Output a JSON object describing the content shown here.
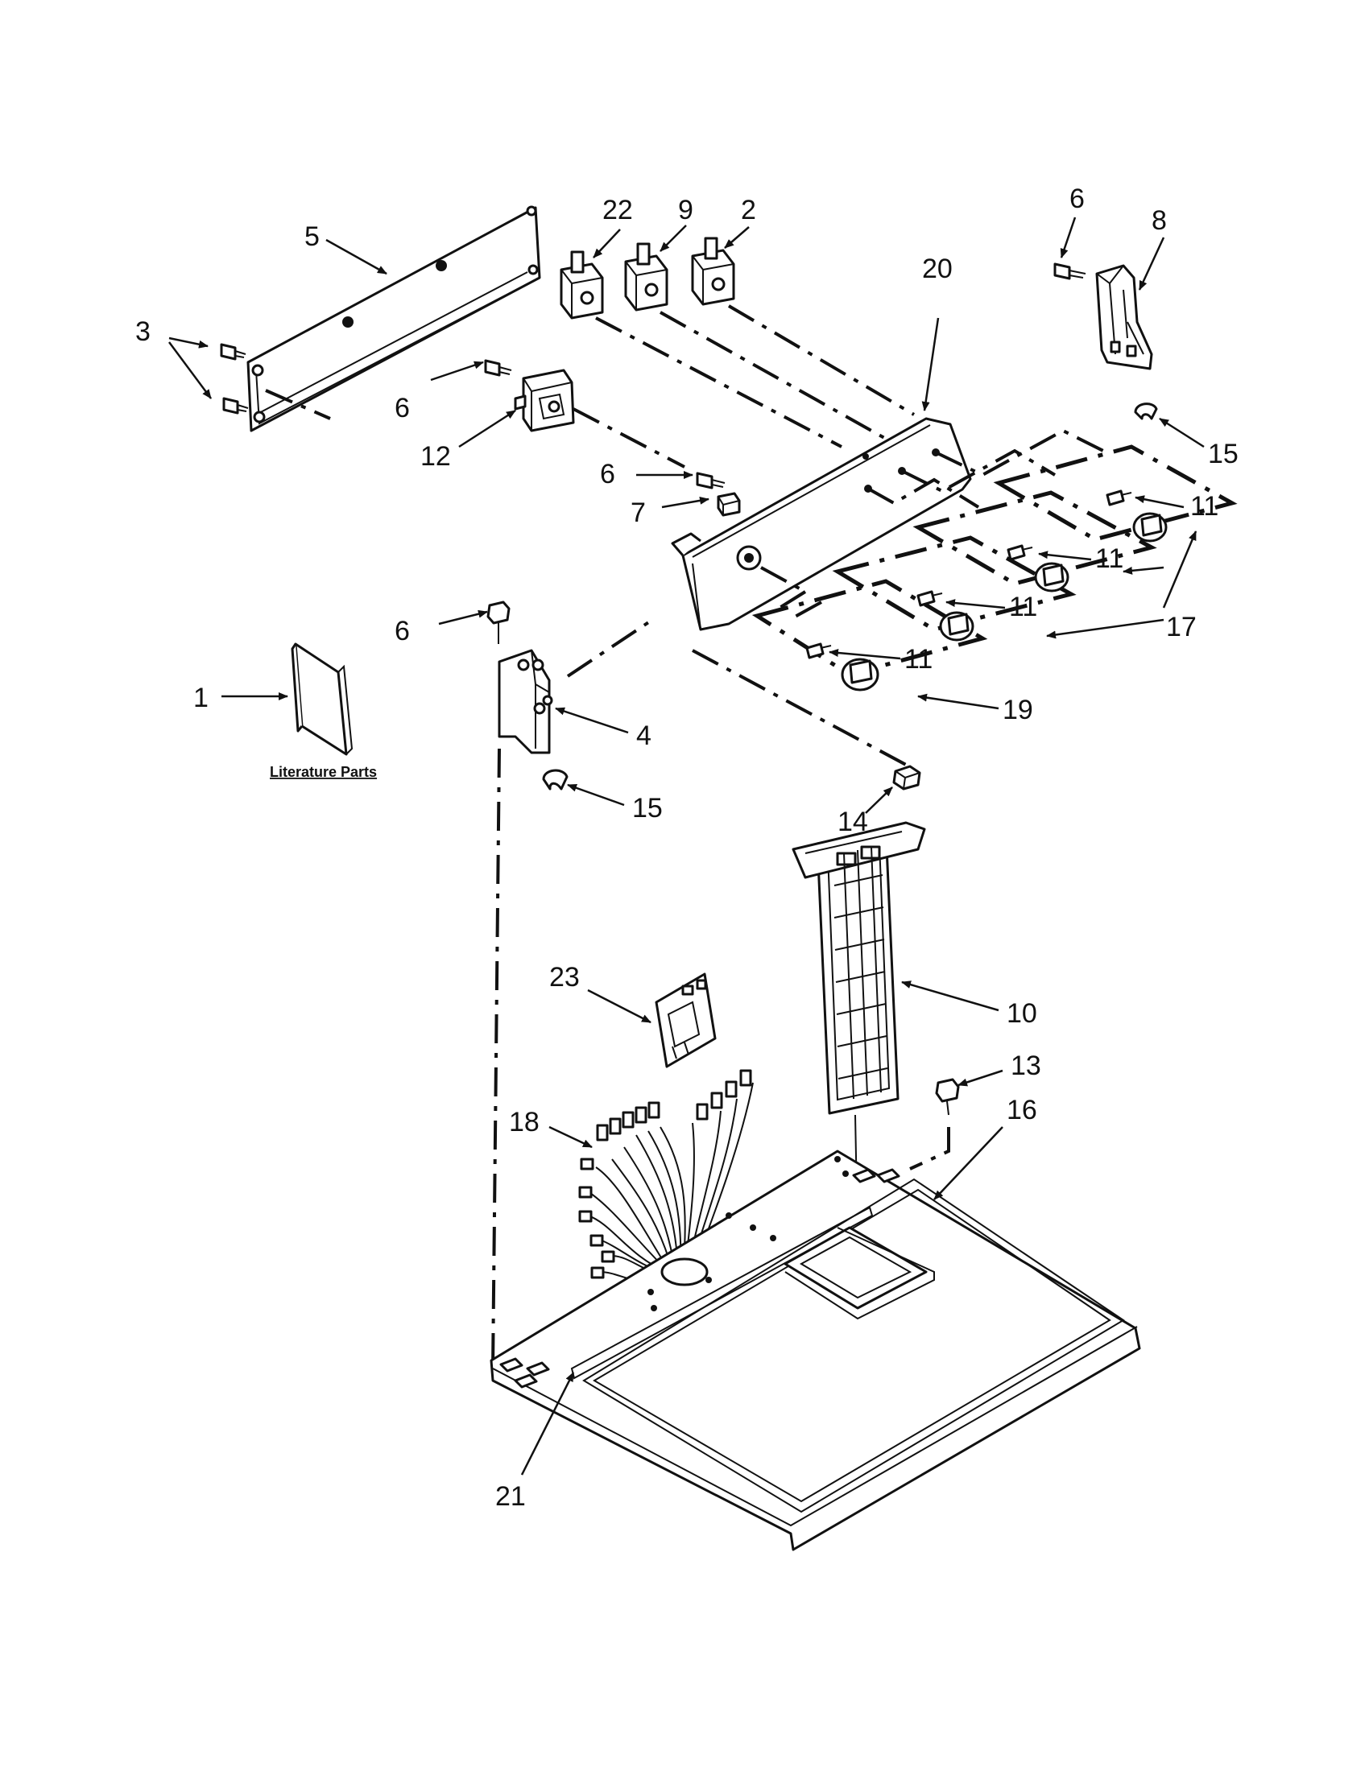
{
  "labels": {
    "p1": "1",
    "p2": "2",
    "p3": "3",
    "p4": "4",
    "p5": "5",
    "p6a": "6",
    "p6b": "6",
    "p6c": "6",
    "p6d": "6",
    "p7": "7",
    "p8": "8",
    "p9": "9",
    "p10": "10",
    "p11a": "11",
    "p11b": "11",
    "p11c": "11",
    "p11d": "11",
    "p12": "12",
    "p13": "13",
    "p14": "14",
    "p15a": "15",
    "p15b": "15",
    "p16": "16",
    "p17": "17",
    "p18": "18",
    "p19": "19",
    "p20": "20",
    "p21": "21",
    "p22": "22",
    "p23": "23"
  },
  "literature_caption": "Literature Parts"
}
